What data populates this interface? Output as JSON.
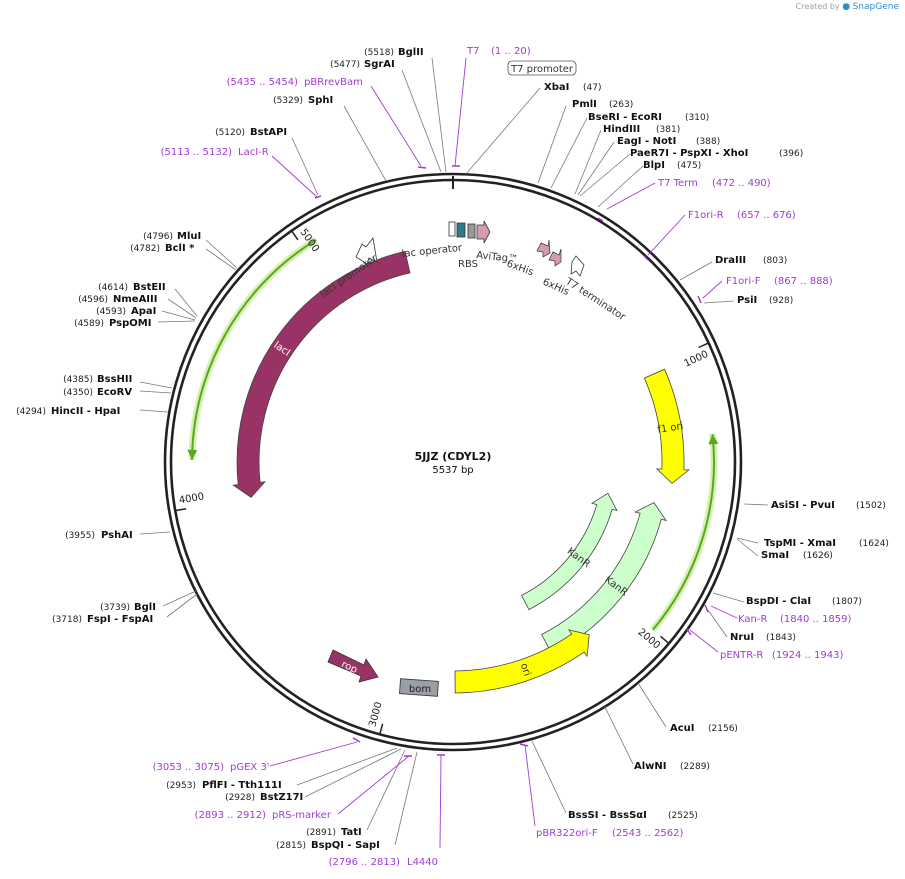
{
  "credit": {
    "prefix": "Created by",
    "brand": "SnapGene"
  },
  "plasmid": {
    "name": "5JJZ (CDYL2)",
    "length_label": "5537 bp",
    "length": 5537
  },
  "ruler_ticks": [
    {
      "pos": 1000,
      "label": "1000"
    },
    {
      "pos": 2000,
      "label": "2000"
    },
    {
      "pos": 3000,
      "label": "3000"
    },
    {
      "pos": 4000,
      "label": "4000"
    },
    {
      "pos": 5000,
      "label": "5000"
    }
  ],
  "features": [
    {
      "name": "f1 ori",
      "start": 1020,
      "end": 1470,
      "ring": 1,
      "color": "#ffff00",
      "text_color": "#333333",
      "dir": 1,
      "label_inside": true
    },
    {
      "name": "KanR",
      "start": 1560,
      "end": 2350,
      "ring": 3,
      "color": "#ccffcc",
      "text_color": "#333333",
      "dir": -1,
      "label_inside": true
    },
    {
      "name": "KanR",
      "start": 1560,
      "end": 2350,
      "ring": 2,
      "color": "#ccffcc",
      "text_color": "#333333",
      "dir": -1,
      "label_inside": true
    },
    {
      "name": "ori",
      "start": 2180,
      "end": 2760,
      "ring": 1,
      "color": "#ffff00",
      "text_color": "#333333",
      "dir": -1,
      "label_inside": true
    },
    {
      "name": "lacI",
      "start": 4000,
      "end": 5340,
      "ring": 2,
      "color": "#993366",
      "text_color": "#ffffff",
      "dir": -1,
      "label_inside": true
    },
    {
      "name": "rop",
      "label": "rop",
      "color": "#993366",
      "text_color": "#ffffff"
    },
    {
      "name": "bom",
      "label": "bom",
      "color": "#999999",
      "text_color": "#222222"
    }
  ],
  "outer_lane": [
    {
      "name": "KanR",
      "start": 1290,
      "end": 2000,
      "dir": -1
    },
    {
      "name": "lacI",
      "start": 4160,
      "end": 5050,
      "dir": -1
    }
  ],
  "small_features": [
    {
      "label": "lac operator"
    },
    {
      "label": "RBS"
    },
    {
      "label": "AviTag™"
    },
    {
      "label": "6xHis"
    },
    {
      "label": "6xHis"
    },
    {
      "label": "T7 terminator"
    },
    {
      "label": "lacI promoter"
    }
  ],
  "enzymes": [
    {
      "name": "BglII",
      "pos_label": "(5518)"
    },
    {
      "name": "SgrAI",
      "pos_label": "(5477)"
    },
    {
      "name": "SphI",
      "pos_label": "(5329)"
    },
    {
      "name": "BstAPI",
      "pos_label": "(5120)"
    },
    {
      "name": "MluI",
      "pos_label": "(4796)"
    },
    {
      "name": "BclI *",
      "pos_label": "(4782)"
    },
    {
      "name": "BstEII",
      "pos_label": "(4614)"
    },
    {
      "name": "NmeAIII",
      "pos_label": "(4596)"
    },
    {
      "name": "ApaI",
      "pos_label": "(4593)"
    },
    {
      "name": "PspOMI",
      "pos_label": "(4589)"
    },
    {
      "name": "BssHII",
      "pos_label": "(4385)"
    },
    {
      "name": "EcoRV",
      "pos_label": "(4350)"
    },
    {
      "name": "HincII  - HpaI",
      "pos_label": "(4294)"
    },
    {
      "name": "PshAI",
      "pos_label": "(3955)"
    },
    {
      "name": "BglI",
      "pos_label": "(3739)"
    },
    {
      "name": "FspI  - FspAI",
      "pos_label": "(3718)"
    },
    {
      "name": "PflFI  - Tth111I",
      "pos_label": "(2953)"
    },
    {
      "name": "BstZ17I",
      "pos_label": "(2928)"
    },
    {
      "name": "TatI",
      "pos_label": "(2891)"
    },
    {
      "name": "BspQI  - SapI",
      "pos_label": "(2815)"
    },
    {
      "name": "XbaI",
      "pos_label": "(47)"
    },
    {
      "name": "PmlI",
      "pos_label": "(263)"
    },
    {
      "name": "BseRI  - EcoRI",
      "pos_label": "(310)"
    },
    {
      "name": "HindIII",
      "pos_label": "(381)"
    },
    {
      "name": "EagI  - NotI",
      "pos_label": "(388)"
    },
    {
      "name": "PaeR7I  - PspXI  - XhoI",
      "pos_label": "(396)"
    },
    {
      "name": "BlpI",
      "pos_label": "(475)"
    },
    {
      "name": "DraIII",
      "pos_label": "(803)"
    },
    {
      "name": "PsiI",
      "pos_label": "(928)"
    },
    {
      "name": "AsiSI  - PvuI",
      "pos_label": "(1502)"
    },
    {
      "name": "TspMI  - XmaI",
      "pos_label": "(1624)"
    },
    {
      "name": "SmaI",
      "pos_label": "(1626)"
    },
    {
      "name": "BspDI  - ClaI",
      "pos_label": "(1807)"
    },
    {
      "name": "NruI",
      "pos_label": "(1843)"
    },
    {
      "name": "AcuI",
      "pos_label": "(2156)"
    },
    {
      "name": "AlwNI",
      "pos_label": "(2289)"
    },
    {
      "name": "BssSI  - BssSαI",
      "pos_label": "(2525)"
    }
  ],
  "primers": [
    {
      "name": "T7",
      "range": "(1 .. 20)"
    },
    {
      "name": "pBRrevBam",
      "range": "(5435 .. 5454)"
    },
    {
      "name": "LacI-R",
      "range": "(5113 .. 5132)"
    },
    {
      "name": "T7 Term",
      "range": "(472 .. 490)"
    },
    {
      "name": "F1ori-R",
      "range": "(657 .. 676)"
    },
    {
      "name": "F1ori-F",
      "range": "(867 .. 888)"
    },
    {
      "name": "Kan-R",
      "range": "(1840 .. 1859)"
    },
    {
      "name": "pENTR-R",
      "range": "(1924 .. 1943)"
    },
    {
      "name": "pBR322ori-F",
      "range": "(2543 .. 2562)"
    },
    {
      "name": "L4440",
      "range": "(2796 .. 2813)"
    },
    {
      "name": "pRS-marker",
      "range": "(2893 .. 2912)"
    },
    {
      "name": "pGEX 3'",
      "range": "(3053 .. 3075)"
    }
  ],
  "promoter": {
    "label": "T7 promoter"
  },
  "colors": {
    "primer": "#a23bd1",
    "ring": "#222222",
    "outer_lane": "#55aa22",
    "outer_lane_glow": "#d7f0b0"
  }
}
